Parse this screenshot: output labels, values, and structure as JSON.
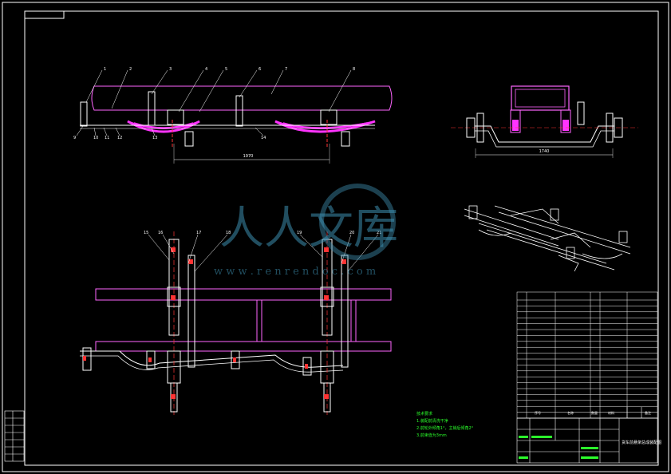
{
  "watermark": {
    "main": "人人文库",
    "url": "w w w . r e n r e n d o c . c o m"
  },
  "dimensions": {
    "side_view": "1970",
    "top_right_view": "1740"
  },
  "balloons": {
    "side": [
      "1",
      "2",
      "3",
      "4",
      "5",
      "6",
      "7",
      "8",
      "9",
      "10",
      "11",
      "12",
      "13",
      "14"
    ],
    "plan": [
      "15",
      "16",
      "17",
      "18",
      "19",
      "20",
      "21"
    ]
  },
  "notes": {
    "title": "技术要求",
    "line1": "1.装配前清洗干净",
    "line2": "2.前轮外倾角1°，主销后倾角2°",
    "line3": "3.前束值为3mm"
  },
  "title_block": {
    "drawing_title": "货车前悬架总成装配图",
    "header_no": "序号",
    "header_name": "名称",
    "header_qty": "数量",
    "header_mat": "材料",
    "header_remark": "备注"
  },
  "colors": {
    "line": "#ffffff",
    "frame": "#ff66ff",
    "center": "#ff3333",
    "notes": "#2bff2b",
    "watermark": "#3d8fb0"
  }
}
